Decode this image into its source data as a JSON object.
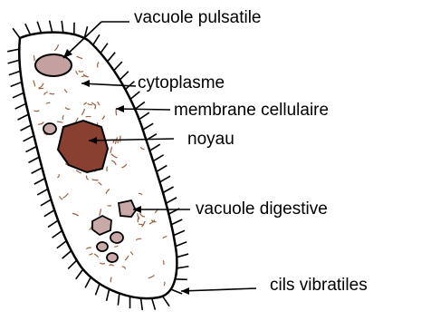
{
  "labels": {
    "vacuole_pulsatile": "vacuole pulsatile",
    "cytoplasme": "cytoplasme",
    "membrane": "membrane cellulaire",
    "noyau": "noyau",
    "vacuole_digestive": "vacuole digestive",
    "cils": "cils vibratiles"
  },
  "colors": {
    "outline": "#000000",
    "cell_fill": "#ffffff",
    "vacuole_pulsatile": "#c4a0a0",
    "noyau": "#8a4030",
    "vacuole_digestive": "#c9a8a8",
    "granules": "#9a6040"
  }
}
